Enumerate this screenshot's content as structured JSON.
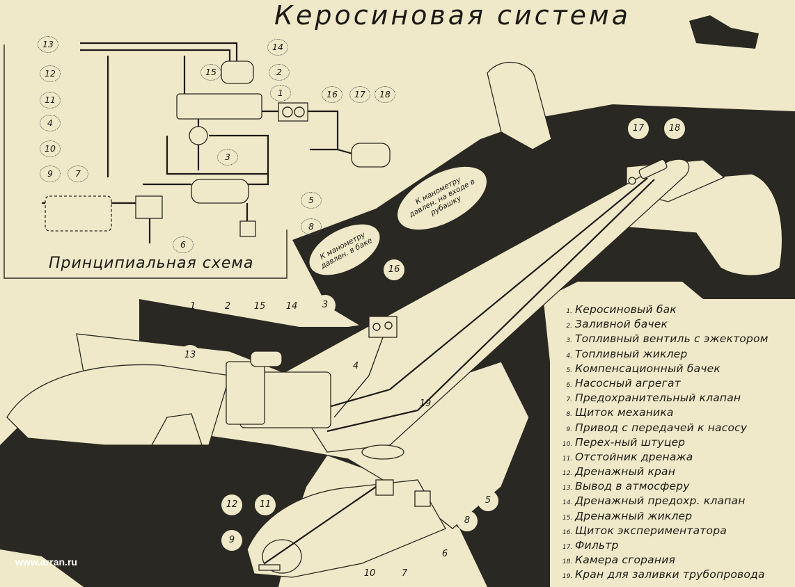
{
  "title": "Керосиновая система",
  "schematic": {
    "caption": "Принципиальная схема",
    "labels": [
      "13",
      "14",
      "15",
      "2",
      "12",
      "1",
      "11",
      "16",
      "17",
      "18",
      "4",
      "3",
      "10",
      "9",
      "7",
      "5",
      "6",
      "8"
    ]
  },
  "callouts": {
    "tank_gauge": "К манометру давлен. в баке",
    "inlet_gauge": "К манометру давлен. на входе в рубашку"
  },
  "aircraft_labels": [
    "1",
    "2",
    "15",
    "14",
    "3",
    "13",
    "4",
    "19",
    "17",
    "18",
    "16",
    "12",
    "11",
    "5",
    "8",
    "9",
    "6",
    "10",
    "7"
  ],
  "legend": [
    {
      "n": "1.",
      "text": "Керосиновый бак"
    },
    {
      "n": "2.",
      "text": "Заливной бачек"
    },
    {
      "n": "3.",
      "text": "Топливный вентиль с эжектором"
    },
    {
      "n": "4.",
      "text": "Топливный жиклер"
    },
    {
      "n": "5.",
      "text": "Компенсационный бачек"
    },
    {
      "n": "6.",
      "text": "Насосный агрегат"
    },
    {
      "n": "7.",
      "text": "Предохранительный клапан"
    },
    {
      "n": "8.",
      "text": "Щиток механика"
    },
    {
      "n": "9.",
      "text": "Привод с передачей к насосу"
    },
    {
      "n": "10.",
      "text": "Перех-ный штуцер"
    },
    {
      "n": "11.",
      "text": "Отстойник дренажа"
    },
    {
      "n": "12.",
      "text": "Дренажный кран"
    },
    {
      "n": "13.",
      "text": "Вывод в атмосферу"
    },
    {
      "n": "14.",
      "text": "Дренажный предохр. клапан"
    },
    {
      "n": "15.",
      "text": "Дренажный жиклер"
    },
    {
      "n": "16.",
      "text": "Щиток экспериментатора"
    },
    {
      "n": "17.",
      "text": "Фильтр"
    },
    {
      "n": "18.",
      "text": "Камера сгорания"
    },
    {
      "n": "19.",
      "text": "Кран для заливки трубопровода"
    }
  ],
  "watermark": "www.arran.ru"
}
